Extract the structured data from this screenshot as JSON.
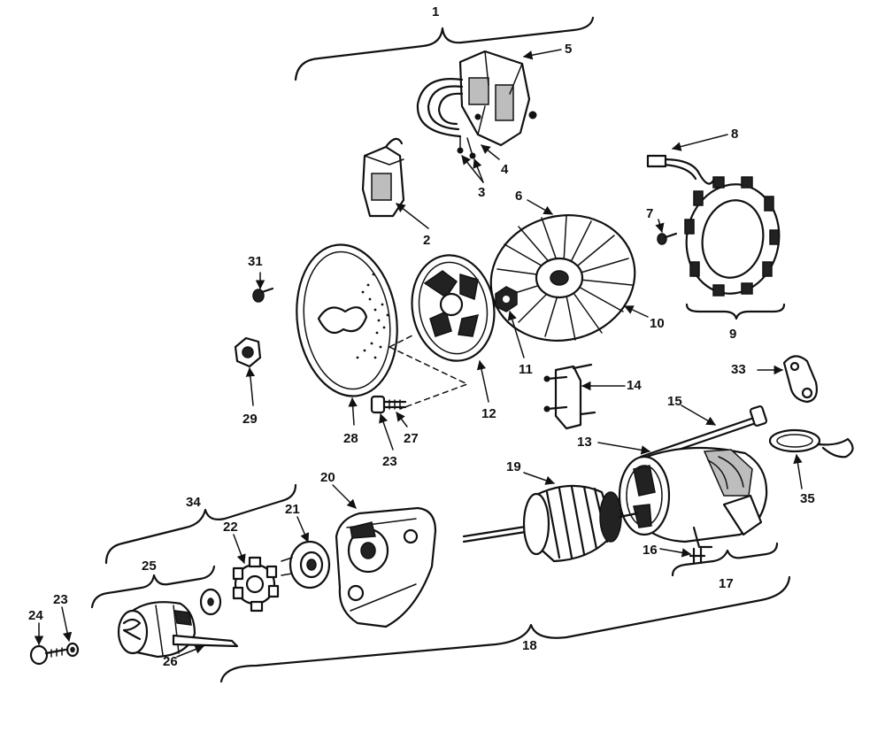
{
  "labels": {
    "l1": "1",
    "l2": "2",
    "l3": "3",
    "l4": "4",
    "l5": "5",
    "l6": "6",
    "l7": "7",
    "l8": "8",
    "l9": "9",
    "l10": "10",
    "l11": "11",
    "l12": "12",
    "l13": "13",
    "l14": "14",
    "l15": "15",
    "l16": "16",
    "l17": "17",
    "l18": "18",
    "l19": "19",
    "l20": "20",
    "l21": "21",
    "l22": "22",
    "l23a": "23",
    "l23b": "23",
    "l24": "24",
    "l25": "25",
    "l26": "26",
    "l27": "27",
    "l28": "28",
    "l29": "29",
    "l31": "31",
    "l33": "33",
    "l34": "34",
    "l35": "35"
  },
  "colors": {
    "ink": "#111111",
    "paper": "#ffffff",
    "shade": "#bdbdbd"
  }
}
